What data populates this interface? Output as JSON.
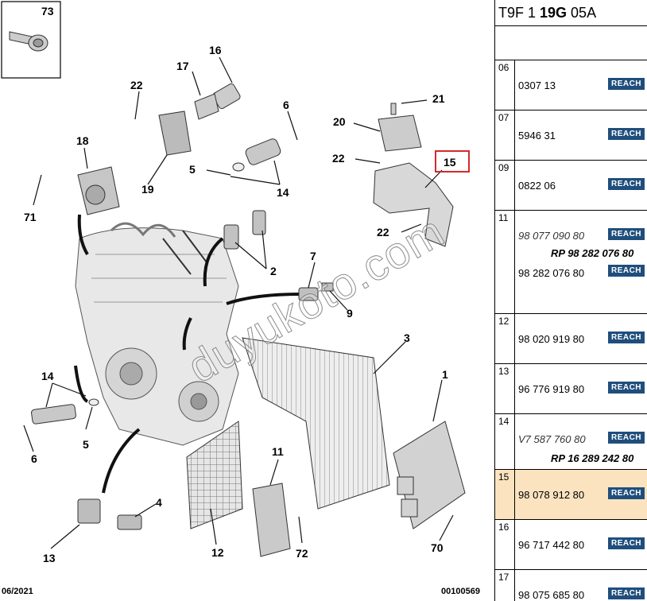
{
  "diagram": {
    "callouts": [
      {
        "id": "73",
        "text": "73"
      },
      {
        "id": "17",
        "text": "17"
      },
      {
        "id": "16",
        "text": "16"
      },
      {
        "id": "22a",
        "text": "22"
      },
      {
        "id": "6a",
        "text": "6"
      },
      {
        "id": "18",
        "text": "18"
      },
      {
        "id": "5a",
        "text": "5"
      },
      {
        "id": "14a",
        "text": "14"
      },
      {
        "id": "19",
        "text": "19"
      },
      {
        "id": "71",
        "text": "71"
      },
      {
        "id": "21",
        "text": "21"
      },
      {
        "id": "20",
        "text": "20"
      },
      {
        "id": "22b",
        "text": "22"
      },
      {
        "id": "15",
        "text": "15"
      },
      {
        "id": "22c",
        "text": "22"
      },
      {
        "id": "2",
        "text": "2"
      },
      {
        "id": "7",
        "text": "7"
      },
      {
        "id": "9",
        "text": "9"
      },
      {
        "id": "3",
        "text": "3"
      },
      {
        "id": "14b",
        "text": "14"
      },
      {
        "id": "1",
        "text": "1"
      },
      {
        "id": "5b",
        "text": "5"
      },
      {
        "id": "6b",
        "text": "6"
      },
      {
        "id": "11",
        "text": "11"
      },
      {
        "id": "4",
        "text": "4"
      },
      {
        "id": "13",
        "text": "13"
      },
      {
        "id": "12",
        "text": "12"
      },
      {
        "id": "72",
        "text": "72"
      },
      {
        "id": "70",
        "text": "70"
      }
    ],
    "highlight_color": "#d42a2a",
    "watermark": "duyukoto.com",
    "date": "06/2021",
    "drawing_id": "00100569"
  },
  "panel": {
    "header_prefix": "T9F 1 ",
    "header_bold": "19G",
    "header_suffix": " 05A",
    "reach_label": "REACH",
    "rows": [
      {
        "num": "06",
        "refs": [
          "0307 13"
        ]
      },
      {
        "num": "07",
        "refs": [
          "5946 31"
        ]
      },
      {
        "num": "09",
        "refs": [
          "0822 06"
        ]
      },
      {
        "num": "11",
        "refs": [
          "98 077 090 80",
          "RP 98 282 076 80",
          "98 282 076 80"
        ]
      },
      {
        "num": "12",
        "refs": [
          "98 020 919 80"
        ]
      },
      {
        "num": "13",
        "refs": [
          "96 776 919 80"
        ]
      },
      {
        "num": "14",
        "refs": [
          "V7 587 760 80",
          "RP 16 289 242 80"
        ]
      },
      {
        "num": "15",
        "refs": [
          "98 078 912 80"
        ]
      },
      {
        "num": "16",
        "refs": [
          "96 717 442 80"
        ]
      },
      {
        "num": "17",
        "refs": [
          "98 075 685 80"
        ]
      }
    ]
  }
}
